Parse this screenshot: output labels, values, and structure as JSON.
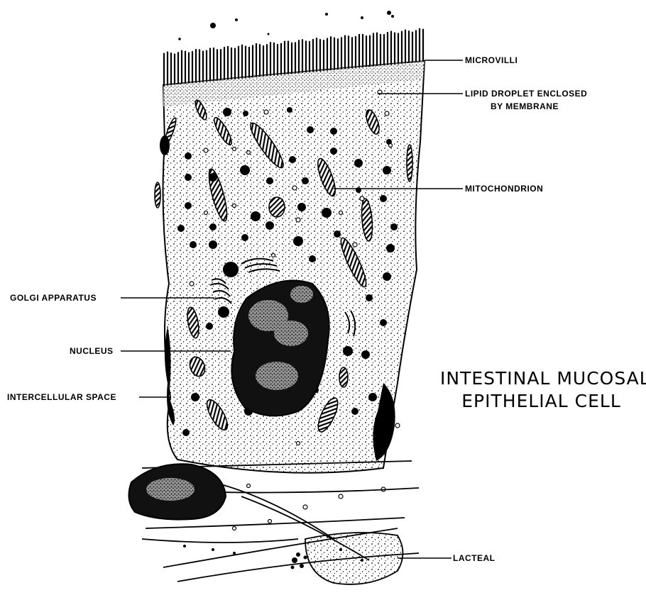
{
  "title": {
    "line1": "INTESTINAL MUCOSAL",
    "line2": "EPITHELIAL CELL"
  },
  "labels": {
    "microvilli": "MICROVILLI",
    "lipid_line1": "LIPID DROPLET ENCLOSED",
    "lipid_line2": "BY MEMBRANE",
    "mitochondrion": "MITOCHONDRION",
    "golgi": "GOLGI APPARATUS",
    "nucleus": "NUCLEUS",
    "intercellular": "INTERCELLULAR SPACE",
    "lacteal": "LACTEAL"
  }
}
